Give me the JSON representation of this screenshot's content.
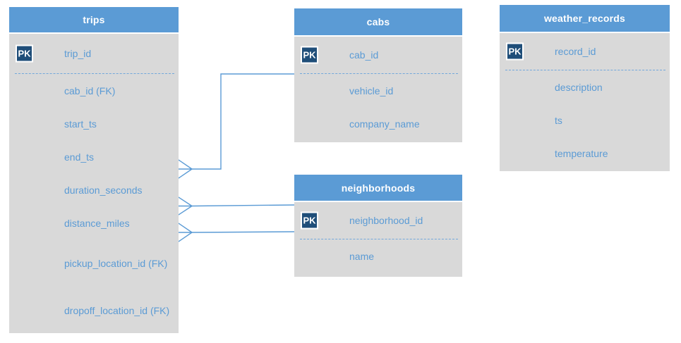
{
  "diagram": {
    "pk_badge_label": "PK",
    "tables": [
      {
        "name": "trips",
        "columns": [
          {
            "label": "trip_id",
            "key": "PK"
          },
          {
            "label": "cab_id (FK)"
          },
          {
            "label": "start_ts"
          },
          {
            "label": "end_ts"
          },
          {
            "label": "duration_seconds"
          },
          {
            "label": "distance_miles"
          },
          {
            "label": "pickup_location_id (FK)"
          },
          {
            "label": "dropoff_location_id (FK)"
          }
        ]
      },
      {
        "name": "cabs",
        "columns": [
          {
            "label": "cab_id",
            "key": "PK"
          },
          {
            "label": "vehicle_id"
          },
          {
            "label": "company_name"
          }
        ]
      },
      {
        "name": "neighborhoods",
        "columns": [
          {
            "label": "neighborhood_id",
            "key": "PK"
          },
          {
            "label": "name"
          }
        ]
      },
      {
        "name": "weather_records",
        "columns": [
          {
            "label": "record_id",
            "key": "PK"
          },
          {
            "label": "description"
          },
          {
            "label": "ts"
          },
          {
            "label": "temperature"
          }
        ]
      }
    ],
    "relationships": [
      {
        "from_table": "trips",
        "from_column": "cab_id (FK)",
        "to_table": "cabs",
        "to_column": "cab_id",
        "cardinality": "many-to-one",
        "notation": "crow-foot-at-trips"
      },
      {
        "from_table": "trips",
        "from_column": "pickup_location_id (FK)",
        "to_table": "neighborhoods",
        "to_column": "neighborhood_id",
        "cardinality": "many-to-one",
        "notation": "crow-foot-at-trips"
      },
      {
        "from_table": "trips",
        "from_column": "dropoff_location_id (FK)",
        "to_table": "neighborhoods",
        "to_column": "neighborhood_id",
        "cardinality": "many-to-one",
        "notation": "crow-foot-at-trips"
      }
    ]
  },
  "colors": {
    "table_header_bg": "#5b9bd5",
    "table_body_bg": "#d9d9d9",
    "pk_badge_bg": "#1f4e79",
    "pk_badge_text": "#ffffff",
    "header_text": "#ffffff",
    "field_text": "#5b9bd5",
    "separator": "#72a7db",
    "relationship_line": "#5b9bd5",
    "canvas_bg": "#ffffff"
  }
}
